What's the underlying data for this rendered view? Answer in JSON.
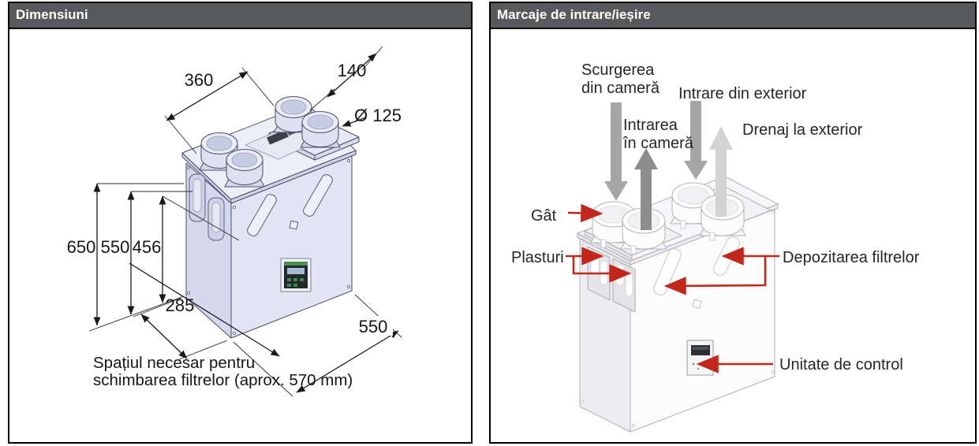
{
  "colors": {
    "header_bg": "#58595b",
    "header_text": "#ffffff",
    "panel_border": "#000000",
    "dimension_lines": "#1a1a1a",
    "accent_red": "#c1271b",
    "unit_fill_left": "#e2e4f3",
    "unit_fill_right": "#fbfbfc",
    "arrow_gray": "#a6a6a6",
    "arrow_dark_gray": "#8d8d8d",
    "arrow_light_gray": "#d3d3d3"
  },
  "left_panel": {
    "title": "Dimensiuni",
    "dims": {
      "top_width": "360",
      "top_right": "140",
      "diameter": "Ø 125",
      "height_total": "650",
      "height_case": "550",
      "height_inner": "456",
      "depth_front": "285",
      "bottom_width": "550"
    },
    "caption_line1": "Spațiul necesar pentru",
    "caption_line2": "schimbarea filtrelor (aprox. 570 mm)"
  },
  "right_panel": {
    "title": "Marcaje de intrare/ieșire",
    "flows": {
      "exhaust_line1": "Scurgerea",
      "exhaust_line2": "din cameră",
      "intake_outside": "Intrare din exterior",
      "supply_line1": "Intrarea",
      "supply_line2": "în cameră",
      "drain_outside": "Drenaj la exterior"
    },
    "callouts": {
      "neck": "Gât",
      "patches": "Plasturi",
      "filter_storage": "Depozitarea filtrelor",
      "control_unit": "Unitate de control"
    }
  }
}
